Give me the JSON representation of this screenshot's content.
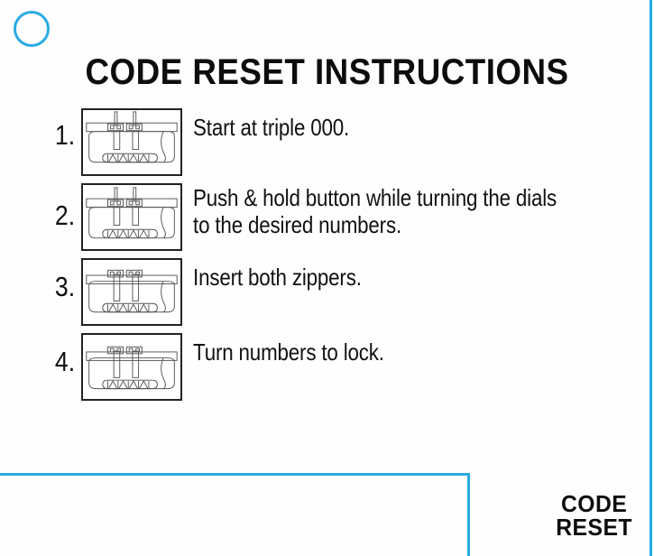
{
  "colors": {
    "accent_cyan": "#29abe2",
    "ink": "#111111",
    "paper": "#ffffff",
    "figure_line": "#222222"
  },
  "header": {
    "title": "CODE RESET INSTRUCTIONS"
  },
  "steps": [
    {
      "number": "1.",
      "text": "Start at triple 000.",
      "figure": "luggage-lock-dials-open"
    },
    {
      "number": "2.",
      "text": "Push & hold button while turning the dials to the desired numbers.",
      "figure": "luggage-lock-push-hold-button"
    },
    {
      "number": "3.",
      "text": "Insert both zippers.",
      "figure": "luggage-lock-zippers-inserted"
    },
    {
      "number": "4.",
      "text": "Turn numbers to lock.",
      "figure": "luggage-lock-locked"
    }
  ],
  "wordmark": {
    "line1": "CODE",
    "line2": "RESET"
  },
  "decor": {
    "circle": "cyan-outline-circle",
    "right_rule": "cyan-vertical-rule",
    "corner_rule": "cyan-corner-rule"
  }
}
